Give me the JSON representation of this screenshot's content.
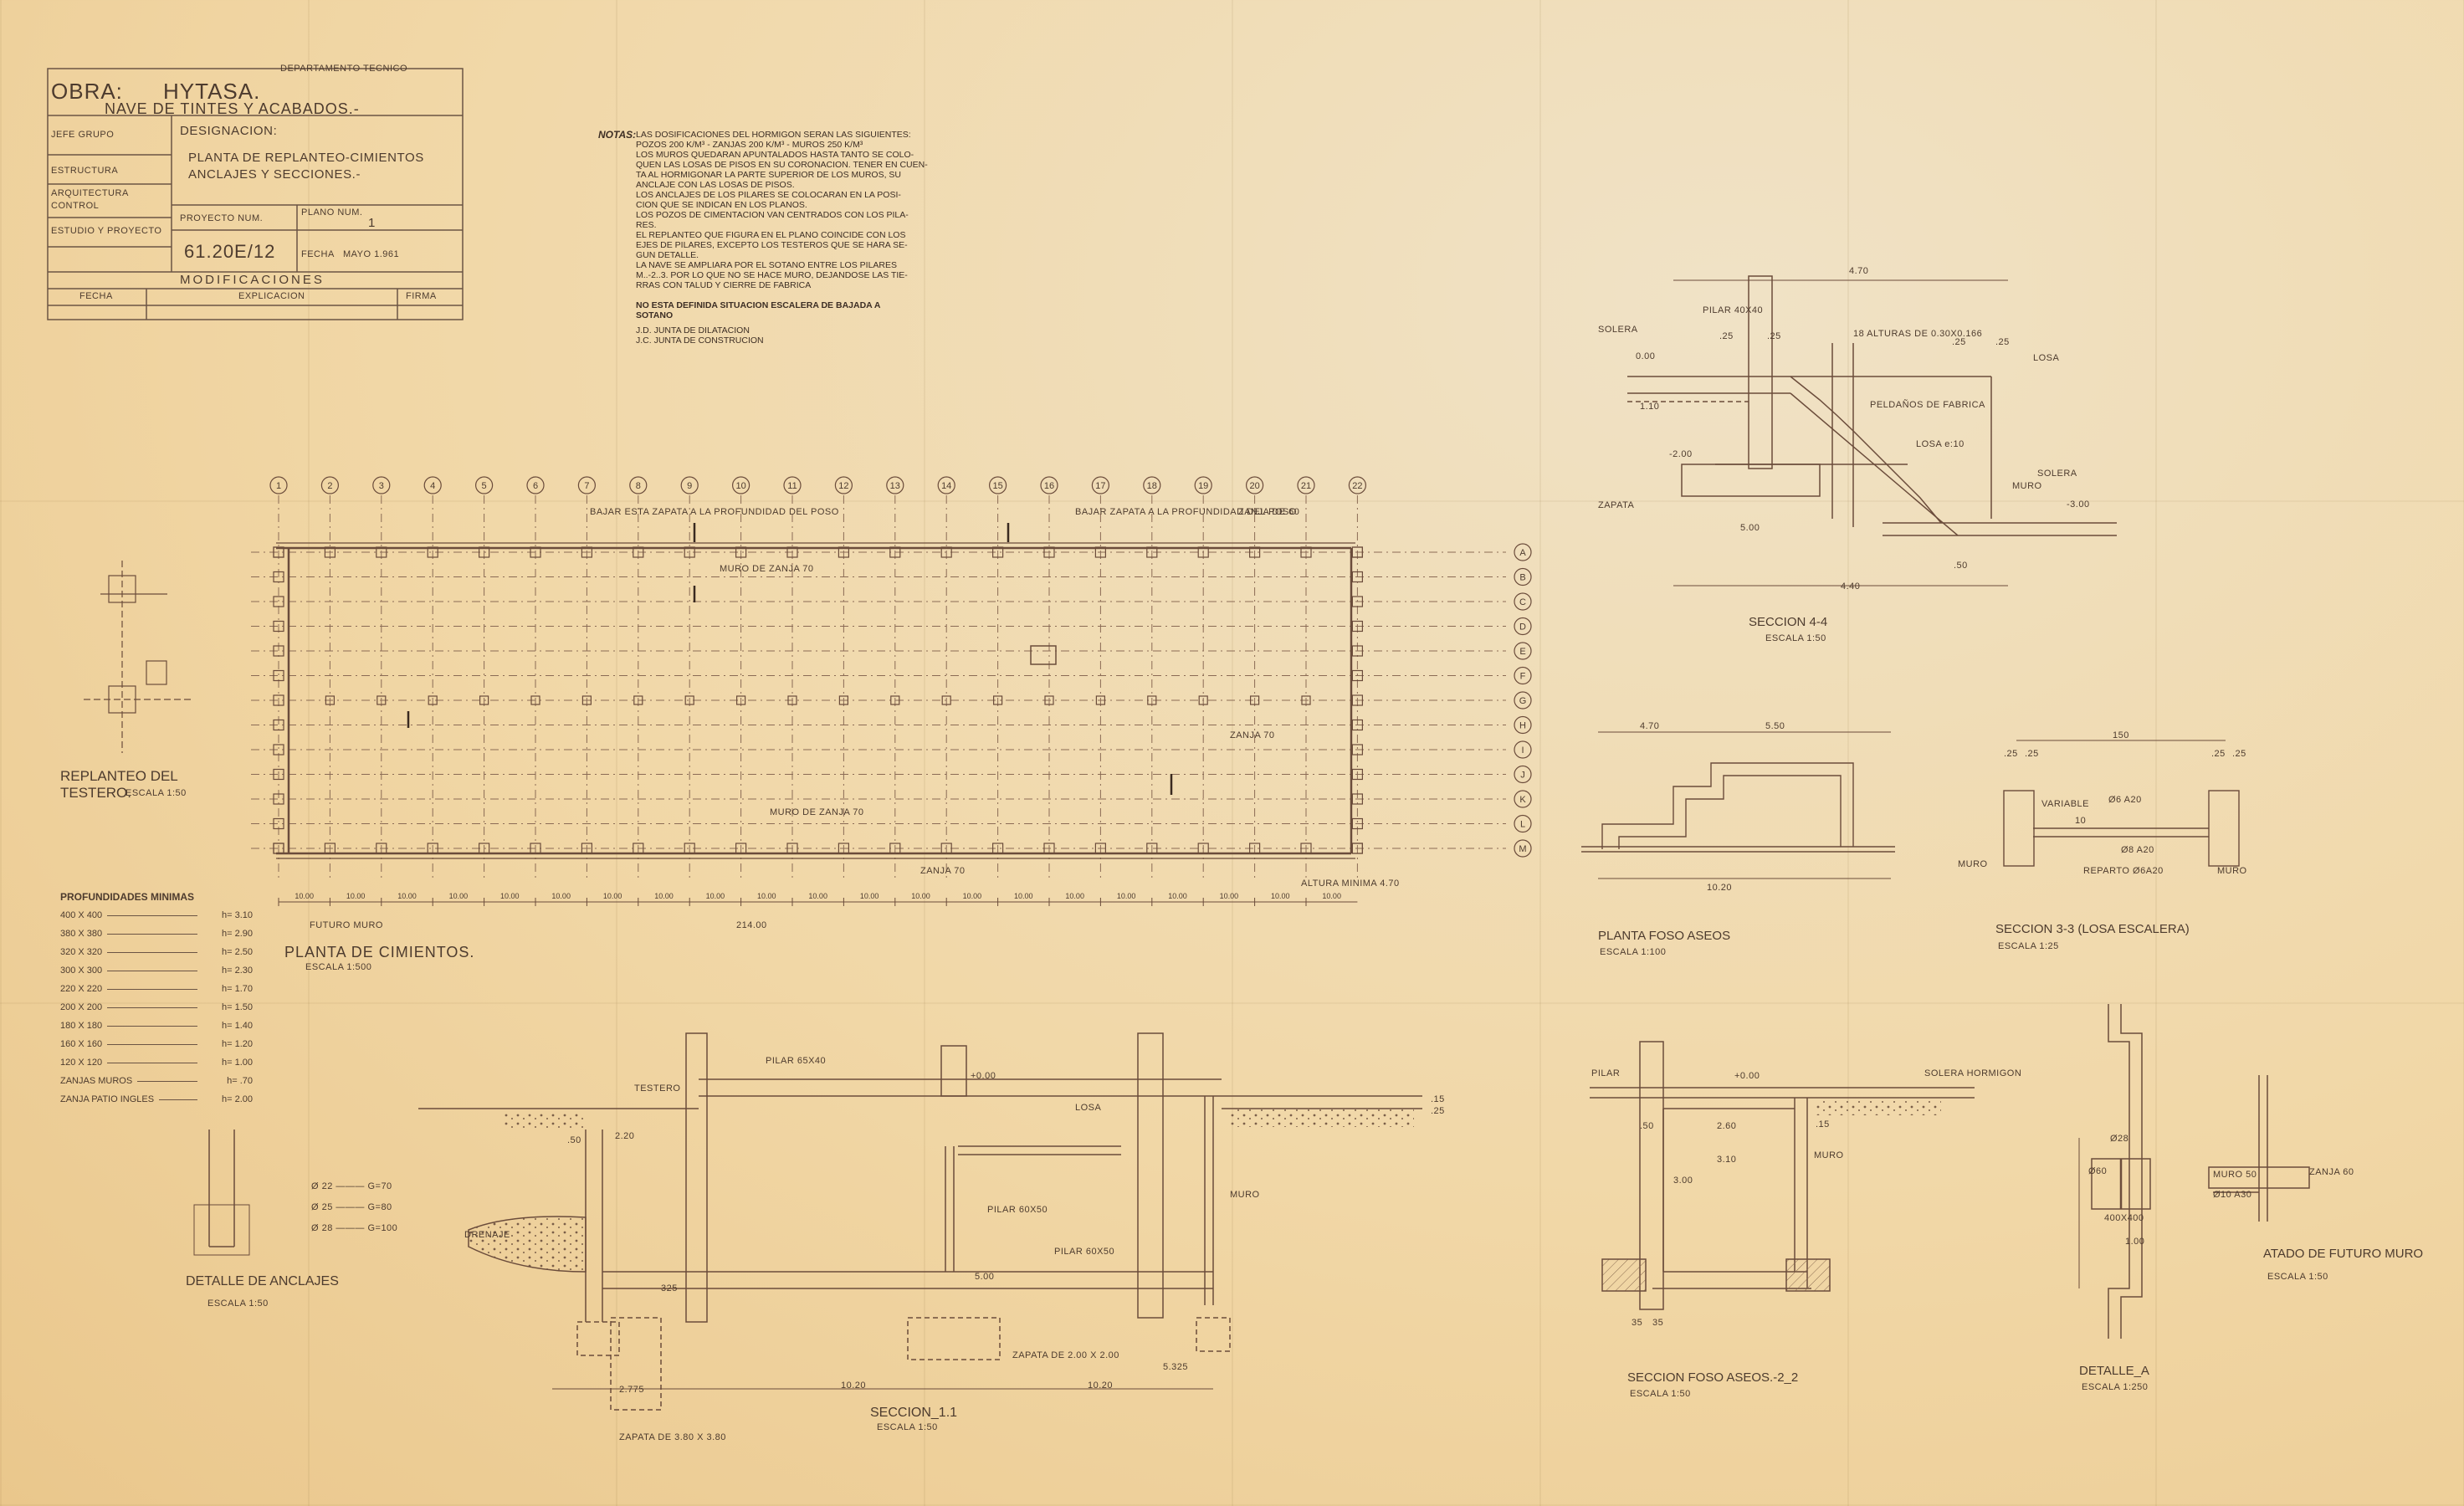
{
  "title_block": {
    "department": "DEPARTAMENTO TECNICO",
    "obra_label": "OBRA:",
    "obra_name": "HYTASA.",
    "obra_desc": "NAVE DE TINTES Y ACABADOS.-",
    "designacion_label": "DESIGNACION:",
    "designacion_line1": "PLANTA DE REPLANTEO-CIMIENTOS",
    "designacion_line2": "ANCLAJES Y SECCIONES.-",
    "proyecto_label": "PROYECTO NUM.",
    "plano_label": "PLANO NUM.",
    "plano_num": "1",
    "proyecto_num": "61.20E/12",
    "fecha_label": "FECHA",
    "fecha": "MAYO 1.961",
    "modificaciones": "MODIFICACIONES",
    "col_fecha": "FECHA",
    "col_explicacion": "EXPLICACION",
    "col_firma": "FIRMA",
    "roles": [
      "JEFE GRUPO",
      "ESTRUCTURA",
      "ARQUITECTURA",
      "CONTROL",
      "ESTUDIO Y PROYECTO"
    ]
  },
  "notes": {
    "label": "NOTAS:",
    "lines": [
      "LAS DOSIFICACIONES DEL HORMIGON SERAN LAS SIGUIENTES:",
      "POZOS 200 K/M³ - ZANJAS 200 K/M³ - MUROS 250 K/M³",
      "LOS MUROS QUEDARAN APUNTALADOS HASTA TANTO SE COLO-",
      "QUEN LAS LOSAS DE PISOS EN SU CORONACION. TENER EN CUEN-",
      "TA AL HORMIGONAR LA PARTE SUPERIOR DE LOS MUROS, SU",
      "ANCLAJE CON LAS LOSAS DE PISOS.",
      "LOS ANCLAJES DE LOS PILARES SE COLOCARAN EN LA POSI-",
      "CION QUE SE INDICAN EN LOS PLANOS.",
      "LOS POZOS DE CIMENTACION VAN CENTRADOS CON LOS PILA-",
      "RES.",
      "EL REPLANTEO QUE FIGURA EN EL PLANO COINCIDE CON LOS",
      "EJES DE PILARES, EXCEPTO LOS TESTEROS QUE SE HARA SE-",
      "GUN DETALLE.",
      "LA NAVE SE AMPLIARA POR EL SOTANO ENTRE LOS PILARES",
      "M..-2..3. POR LO QUE NO SE HACE MURO, DEJANDOSE LAS TIE-",
      "RRAS CON TALUD Y CIERRE DE FABRICA"
    ],
    "stair_note_1": "NO ESTA DEFINIDA SITUACION ESCALERA DE BAJADA A",
    "stair_note_2": "SOTANO",
    "jd": "J.D. JUNTA DE DILATACION",
    "jc": "J.C. JUNTA DE CONSTRUCION"
  },
  "plan": {
    "title": "PLANTA DE CIMIENTOS.",
    "scale": "ESCALA 1:500",
    "columns": [
      "1",
      "2",
      "3",
      "4",
      "5",
      "6",
      "7",
      "8",
      "9",
      "10",
      "11",
      "12",
      "13",
      "14",
      "15",
      "16",
      "17",
      "18",
      "19",
      "20",
      "21",
      "22"
    ],
    "rows": [
      "A",
      "B",
      "C",
      "D",
      "E",
      "F",
      "G",
      "H",
      "I",
      "J",
      "K",
      "L",
      "M"
    ],
    "spacing_labels": [
      "10.00",
      "10.00",
      "10.00",
      "10.00",
      "10.00",
      "10.00",
      "10.00",
      "10.00",
      "10.00",
      "10.00",
      "10.00",
      "10.00",
      "10.00",
      "10.00",
      "10.00",
      "10.00",
      "10.00",
      "10.00",
      "10.00",
      "10.00",
      "10.00"
    ],
    "total": "214.00",
    "future_wall": "FUTURO MURO",
    "notes": [
      "MURO DE ZANJA 70",
      "MURO DE ZANJA 70",
      "ZANJA DE 60",
      "ZANJA 70",
      "ZANJA 70",
      "ALTURA MINIMA 4.70",
      "BAJAR ESTA ZAPATA A LA PROFUNDIDAD DEL POSO",
      "BAJAR ZAPATA A LA PROFUNDIDAD DEL POSO"
    ]
  },
  "replanteo": {
    "title": "REPLANTEO DEL",
    "title2": "TESTERO.",
    "scale": "ESCALA 1:50"
  },
  "depths": {
    "title": "PROFUNDIDADES MINIMAS",
    "rows": [
      {
        "k": "400 X 400",
        "v": "h= 3.10"
      },
      {
        "k": "380 X 380",
        "v": "h= 2.90"
      },
      {
        "k": "320 X 320",
        "v": "h= 2.50"
      },
      {
        "k": "300 X 300",
        "v": "h= 2.30"
      },
      {
        "k": "220 X 220",
        "v": "h= 1.70"
      },
      {
        "k": "200 X 200",
        "v": "h= 1.50"
      },
      {
        "k": "180 X 180",
        "v": "h= 1.40"
      },
      {
        "k": "160 X 160",
        "v": "h= 1.20"
      },
      {
        "k": "120 X 120",
        "v": "h= 1.00"
      },
      {
        "k": "ZANJAS MUROS",
        "v": "h= .70"
      },
      {
        "k": "ZANJA PATIO INGLES",
        "v": "h= 2.00"
      }
    ]
  },
  "anclajes": {
    "title": "DETALLE DE ANCLAJES",
    "scale": "ESCALA 1:50",
    "rows": [
      "Ø 22 ——— G=70",
      "Ø 25 ——— G=80",
      "Ø 28 ——— G=100"
    ]
  },
  "seccion44": {
    "title": "SECCION 4-4",
    "scale": "ESCALA 1:50",
    "labels": [
      "PILAR 40X40",
      "SOLERA",
      "18 ALTURAS DE 0.30X0.166",
      "LOSA",
      "PELDAÑOS DE FABRICA",
      "LOSA e:10",
      "MURO",
      "SOLERA",
      "ZAPATA"
    ],
    "dims": [
      "4.70",
      ".25",
      ".25",
      ".25",
      ".25",
      "0.00",
      "1.10",
      "-2.00",
      "5.00",
      "-3.00",
      "4.40",
      ".50"
    ]
  },
  "planta_foso": {
    "title": "PLANTA FOSO ASEOS",
    "scale": "ESCALA 1:100",
    "dims": [
      "4.70",
      "5.50",
      "10.20"
    ]
  },
  "seccion33": {
    "title": "SECCION 3-3 (LOSA ESCALERA)",
    "scale": "ESCALA 1:25",
    "labels": [
      "VARIABLE",
      "Ø6 A20",
      "Ø8 A20",
      "REPARTO Ø6A20",
      "MURO",
      "MURO"
    ],
    "dims": [
      "150",
      ".25",
      ".25",
      ".25",
      ".25",
      "10"
    ]
  },
  "seccion11": {
    "title": "SECCION_1.1",
    "scale": "ESCALA 1:50",
    "labels": [
      "PILAR 65X40",
      "TESTERO",
      "LOSA",
      "+0.00",
      "PILAR 60X50",
      "PILAR 60X50",
      "MURO",
      "DRENAJE",
      "ZAPATA DE 2.00 X 2.00",
      "ZAPATA DE 3.80 X 3.80"
    ],
    "dims": [
      "2.20",
      "10.20",
      "10.20",
      "2.775",
      "5.325",
      "5.00",
      ".50",
      ".15",
      ".25",
      "325"
    ]
  },
  "seccion22": {
    "title": "SECCION FOSO ASEOS.-2_2",
    "scale": "ESCALA 1:50",
    "labels": [
      "PILAR",
      "SOLERA HORMIGON",
      "MURO",
      "+0.00"
    ],
    "dims": [
      "2.60",
      "3.10",
      "3.00",
      ".50",
      ".15",
      "35",
      "35"
    ]
  },
  "detalle_a": {
    "title": "DETALLE_A",
    "scale": "ESCALA 1:250",
    "labels": [
      "Ø28",
      "400X400",
      "Ø60",
      "1.00"
    ]
  },
  "atado": {
    "title": "ATADO DE FUTURO MURO",
    "scale": "ESCALA 1:50",
    "labels": [
      "MURO 50",
      "ZANJA 60",
      "Ø10 A30"
    ]
  }
}
